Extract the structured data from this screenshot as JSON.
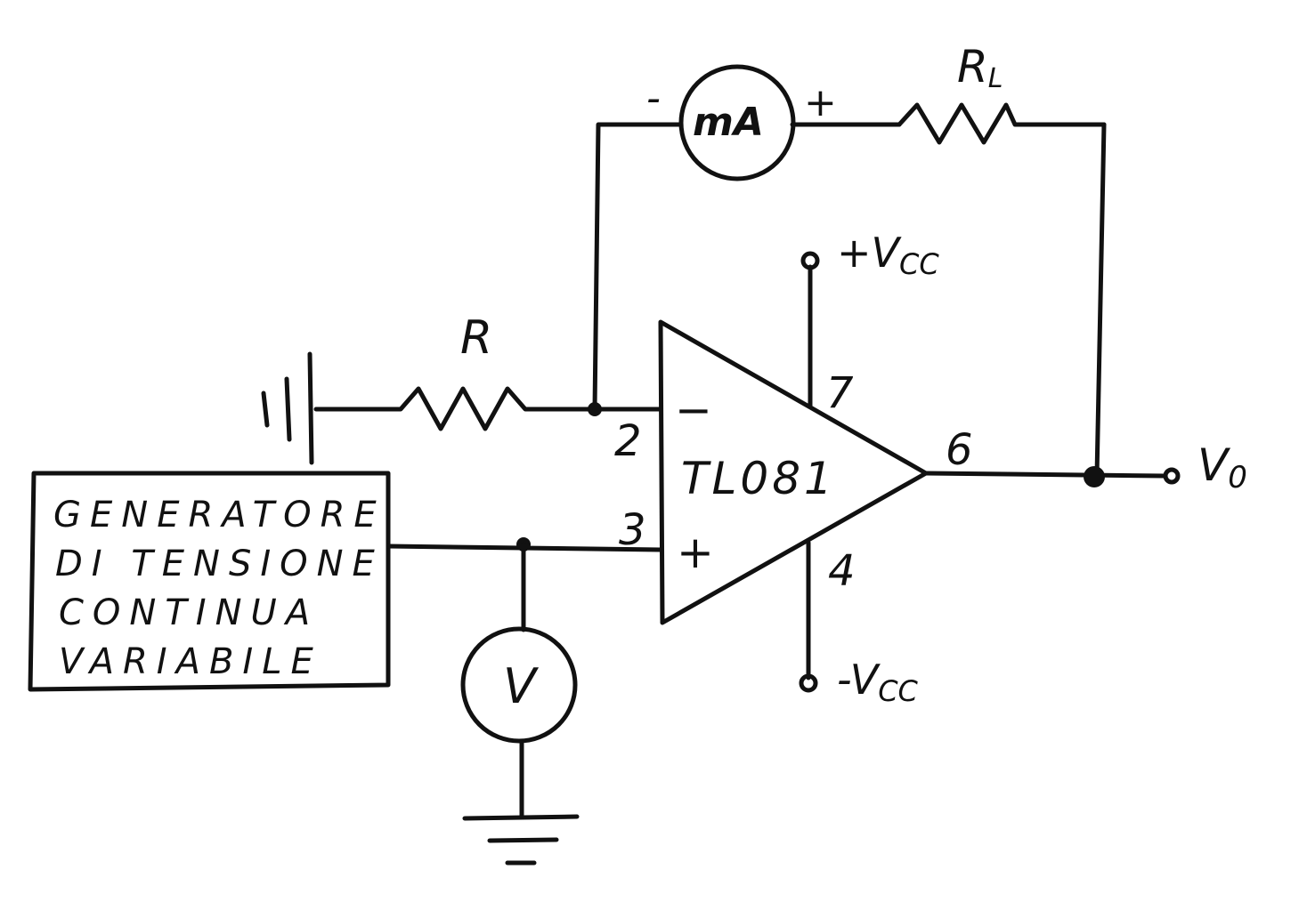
{
  "components": {
    "ammeter": {
      "symbol": "mA",
      "minus": "-",
      "plus": "+"
    },
    "load_resistor": {
      "label": "RL",
      "main": "R",
      "sub": "L"
    },
    "input_resistor": {
      "label": "R"
    },
    "opamp": {
      "name": "TL081",
      "inverting_sign": "−",
      "noninverting_sign": "+",
      "pin_inverting": "2",
      "pin_noninverting": "3",
      "pin_output": "6",
      "pin_vplus": "7",
      "pin_vminus": "4"
    },
    "supply_pos": {
      "label": "+Vcc",
      "main": "+V",
      "sub": "CC"
    },
    "supply_neg": {
      "label": "-Vcc",
      "main": "-V",
      "sub": "CC"
    },
    "output": {
      "label": "V0",
      "main": "V",
      "sub": "0"
    },
    "voltmeter": {
      "symbol": "V"
    },
    "generator": {
      "lines": [
        "GENERATORE",
        "DI TENSIONE",
        "CONTINUA",
        "VARIABILE"
      ]
    }
  }
}
